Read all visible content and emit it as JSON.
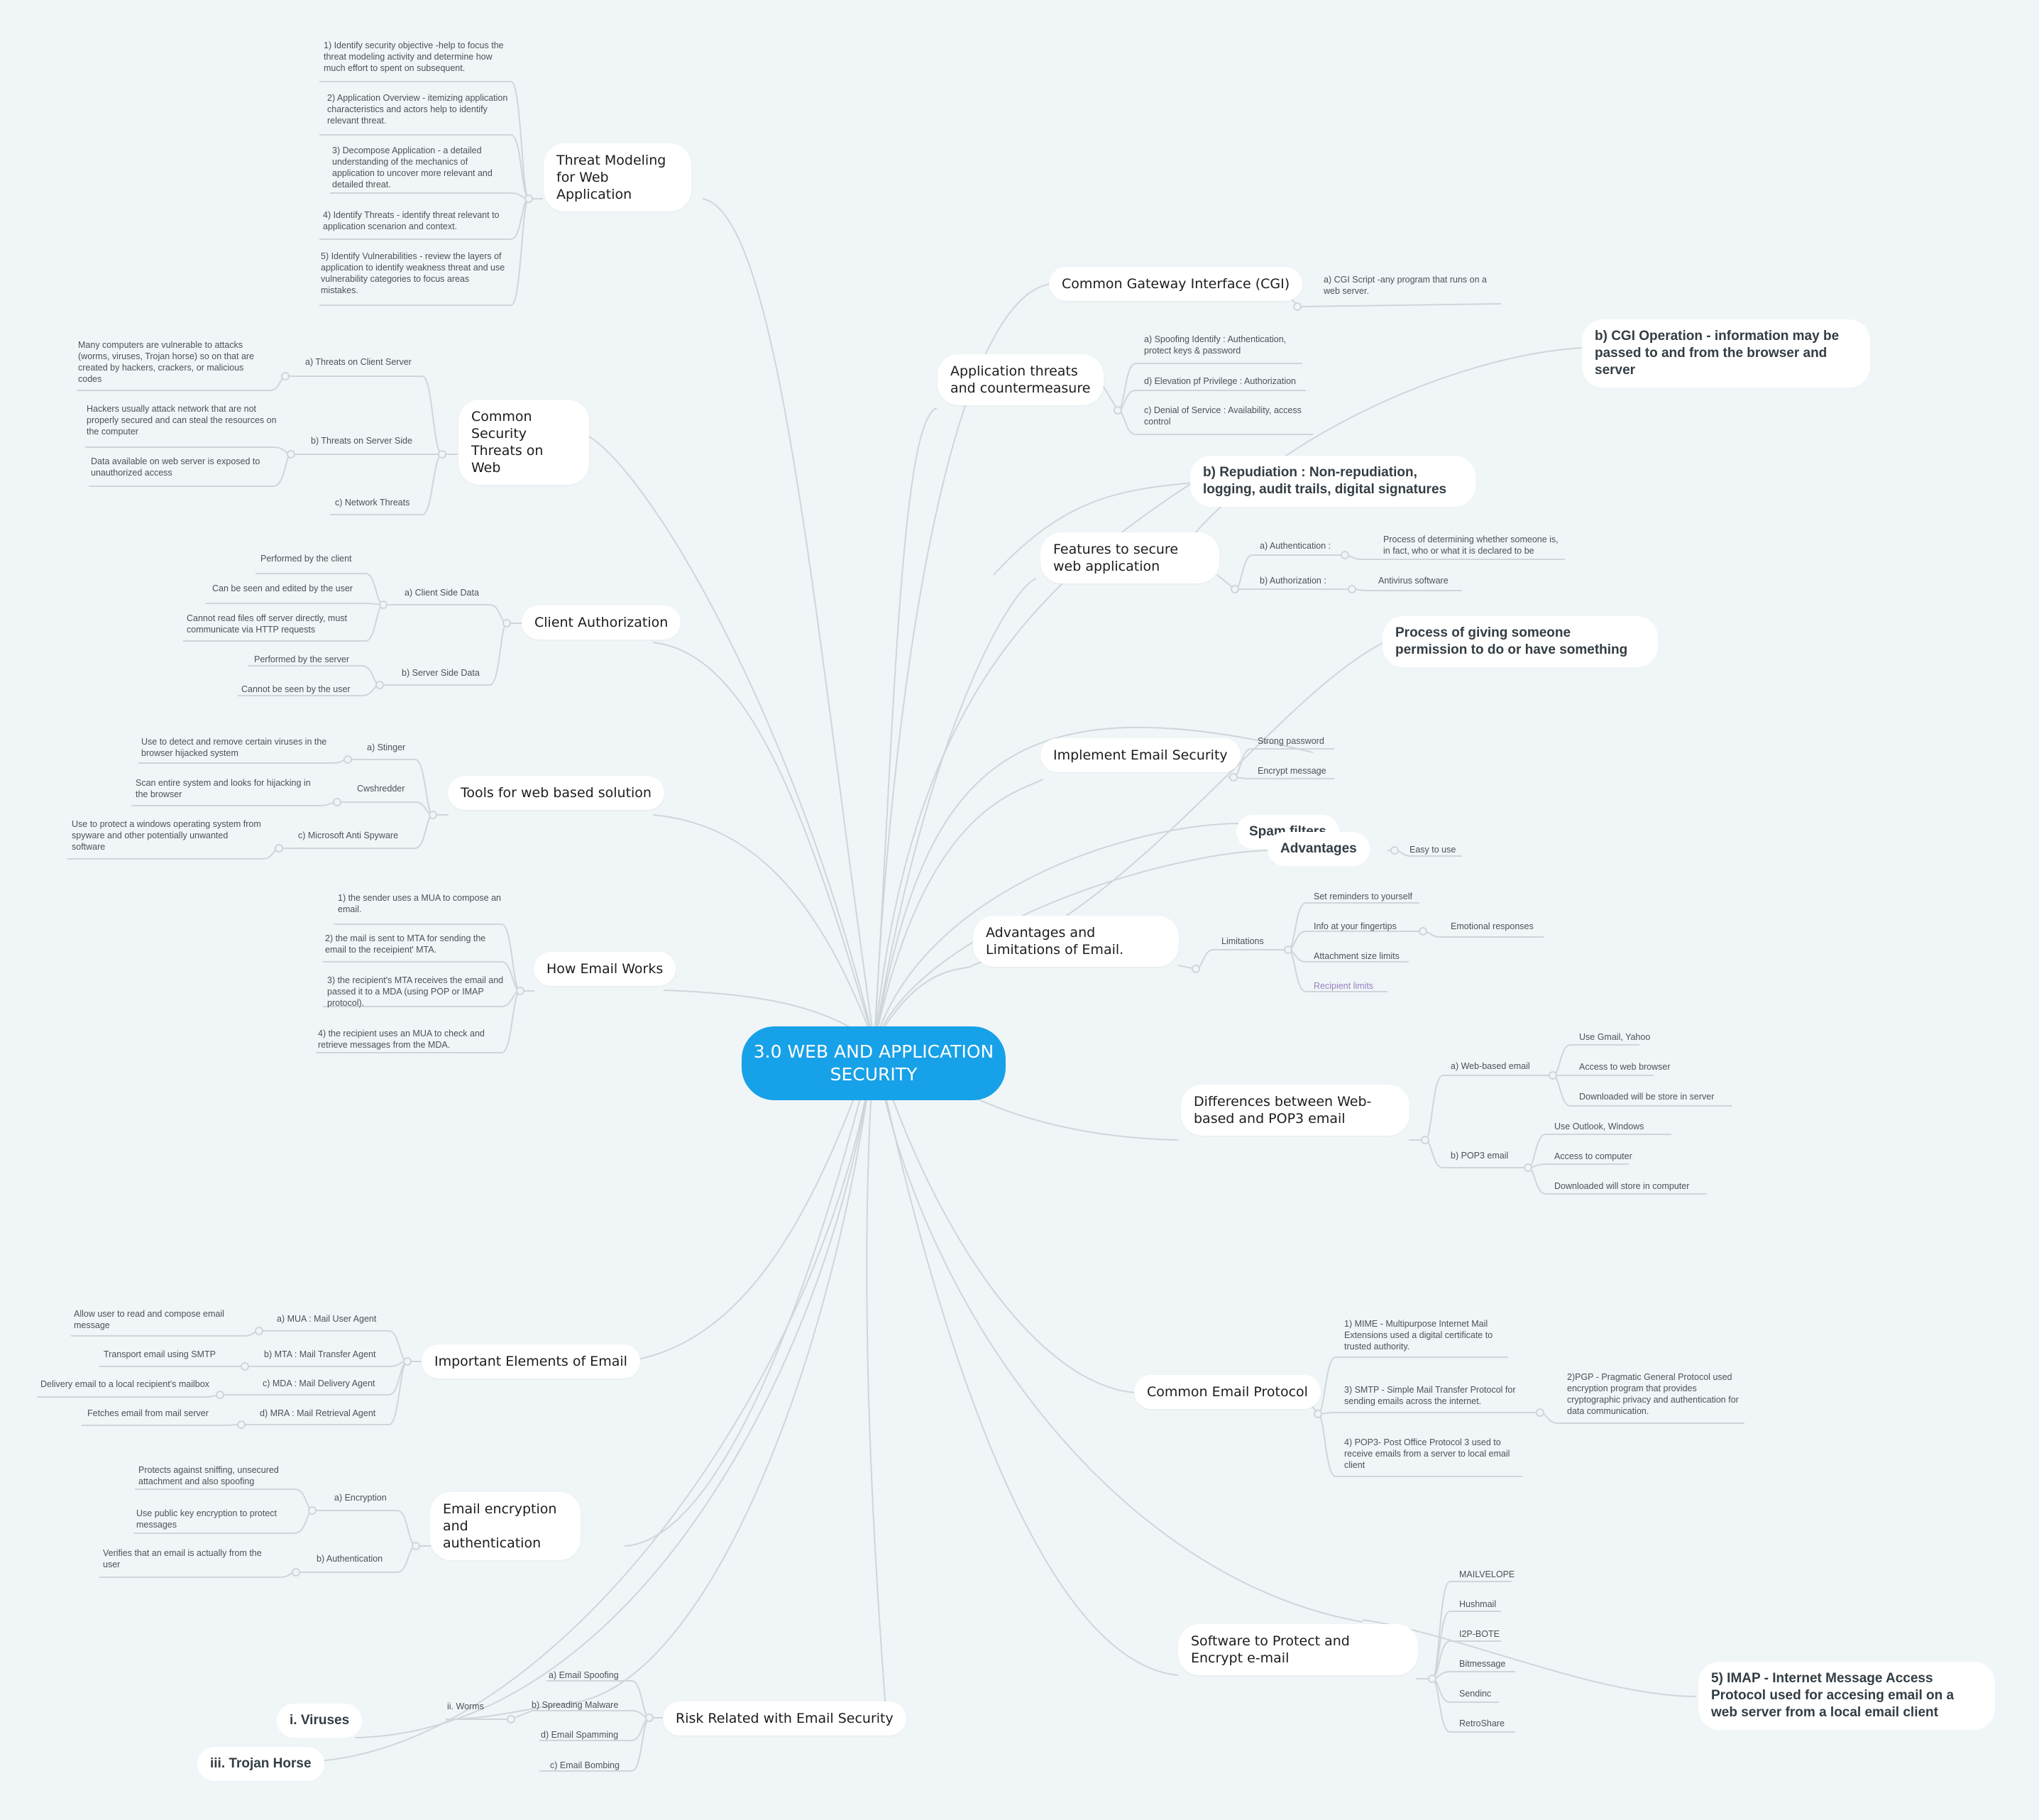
{
  "central": {
    "title": "3.0 WEB AND APPLICATION SECURITY"
  },
  "colors": {
    "background": "#f0f5f7",
    "central_fill": "#17a1e8",
    "link": "#cfd6db",
    "topic_fill": "#ffffff",
    "muted_leaf": "#9a7fc4"
  },
  "left": {
    "threat_modeling": {
      "title": "Threat Modeling for Web Application",
      "items": [
        "1) Identify security objective -help to focus the threat modeling activity and determine how much effort to spent on subsequent.",
        "2) Application Overview - itemizing application characteristics and actors help to identify relevant threat.",
        "3) Decompose Application - a detailed understanding of the mechanics of application to uncover more relevant and detailed threat.",
        "4) Identify Threats - identify threat relevant to application scenarion and context.",
        "5) Identify Vulnerabilities - review the layers of application to identify weakness threat and use vulnerability categories to focus areas mistakes."
      ]
    },
    "common_threats": {
      "title": "Common Security Threats on Web",
      "client_server": "a) Threats on Client Server",
      "client_server_note": "Many computers are vulnerable to attacks (worms, viruses, Trojan horse) so on that are created by hackers, crackers, or malicious codes",
      "server_side": "b) Threats on Server Side",
      "server_note_1": "Hackers usually attack network that are not properly secured and can steal the resources on the computer",
      "server_note_2": "Data available on web server is exposed to unauthorized access",
      "network": "c) Network Threats"
    },
    "client_auth": {
      "title": "Client Authorization",
      "client_side": "a) Client Side Data",
      "client_1": "Performed by the client",
      "client_2": "Can be seen and edited by the user",
      "client_3": "Cannot read files off server directly, must communicate via HTTP requests",
      "server_side": "b) Server Side Data",
      "server_1": "Performed by the server",
      "server_2": "Cannot be seen by the user"
    },
    "tools": {
      "title": "Tools for web based solution",
      "stinger": "a) Stinger",
      "stinger_note": "Use to detect and remove certain viruses in the browser hijacked system",
      "cwshredder": "Cwshredder",
      "cwshredder_note": "Scan entire system and looks for hijacking in the browser",
      "ms": "c) Microsoft Anti Spyware",
      "ms_note": "Use to protect a windows operating system from spyware and other potentially unwanted software"
    },
    "how_email": {
      "title": "How Email Works",
      "items": [
        "1) the sender uses a MUA to compose an email.",
        "2) the mail is sent to MTA for sending the email to the receipient' MTA.",
        "3) the recipient's MTA receives the email and passed it to a MDA (using POP or IMAP protocol).",
        "4) the recipient uses an MUA to check and retrieve messages from the MDA."
      ]
    },
    "elements": {
      "title": "Important Elements of Email",
      "mua": "a) MUA : Mail User Agent",
      "mua_note": "Allow user to read and compose email message",
      "mta": "b) MTA : Mail Transfer Agent",
      "mta_note": "Transport email using SMTP",
      "mda": "c) MDA : Mail Delivery Agent",
      "mda_note": "Delivery email to a local recipient's mailbox",
      "mra": "d) MRA : Mail Retrieval Agent",
      "mra_note": "Fetches email from mail server"
    },
    "encryption": {
      "title": "Email encryption and authentication",
      "enc": "a) Encryption",
      "enc_1": "Protects against sniffing, unsecured attachment and also spoofing",
      "enc_2": "Use public key encryption to protect messages",
      "auth": "b) Authentication",
      "auth_1": "Verifies that an email is actually from the user"
    },
    "risk": {
      "title": "Risk Related with Email Security",
      "spoofing": "a) Email Spoofing",
      "malware": "b) Spreading Malware",
      "spamming": "d) Email Spamming",
      "bombing": "c) Email Bombing",
      "worms": "ii. Worms",
      "viruses": "i. Viruses",
      "trojan": "iii. Trojan Horse"
    }
  },
  "right": {
    "cgi": {
      "title": "Common Gateway Interface (CGI)",
      "script": "a) CGI Script -any program that runs on a web server."
    },
    "cgi_operation": "b) CGI Operation - information may be passed to and from the browser and server",
    "app_threats": {
      "title": "Application threats and countermeasure",
      "spoof": "a) Spoofing Identify : Authentication, protect keys & password",
      "elevation": "d) Elevation pf Privilege : Authorization",
      "dos": "c) Denial of Service : Availability, access control"
    },
    "repudiation": "b) Repudiation : Non-repudiation, logging, audit trails, digital signatures",
    "features": {
      "title": "Features to secure web application",
      "authn": "a) Authentication :",
      "authn_note": "Process of determining whether someone is, in fact, who or what it is declared to be",
      "authz": "b) Authorization :",
      "authz_note": "Antivirus software"
    },
    "permission": "Process of giving someone permission to do or have something",
    "implement": {
      "title": "Implement Email Security",
      "strong": "Strong password",
      "encrypt": "Encrypt message"
    },
    "spam": "Spam filters",
    "advantages": {
      "title": "Advantages",
      "easy": "Easy to use"
    },
    "adv_lim": {
      "title": "Advantages and Limitations of Email.",
      "limitations": "Limitations",
      "reminders": "Set reminders to yourself",
      "fingertips": "Info at your fingertips",
      "emotional": "Emotional responses",
      "attachment": "Attachment size limits",
      "recipient": "Recipient limits"
    },
    "diff": {
      "title": "Differences between Web-based and POP3 email",
      "web": "a) Web-based email",
      "web_1": "Use Gmail, Yahoo",
      "web_2": "Access to web browser",
      "web_3": "Downloaded will be store in server",
      "pop": "b) POP3 email",
      "pop_1": "Use Outlook, Windows",
      "pop_2": "Access to computer",
      "pop_3": "Downloaded will store in computer"
    },
    "protocol": {
      "title": "Common Email Protocol",
      "mime": "1) MIME - Multipurpose Internet Mail Extensions used a digital certificate to trusted authority.",
      "smtp": "3) SMTP - Simple Mail Transfer Protocol for sending emails across the internet.",
      "pgp": "2)PGP - Pragmatic General Protocol used encryption program that provides cryptographic privacy and authentication for data communication.",
      "pop3": "4) POP3- Post Office Protocol 3 used to receive emails from a server to local email client"
    },
    "software": {
      "title": "Software to Protect and Encrypt e-mail",
      "items": [
        "MAILVELOPE",
        "Hushmail",
        "I2P-BOTE",
        "Bitmessage",
        "Sendinc",
        "RetroShare"
      ]
    },
    "imap": "5) IMAP - Internet Message Access Protocol used for accesing email on a web server from a local email client"
  }
}
